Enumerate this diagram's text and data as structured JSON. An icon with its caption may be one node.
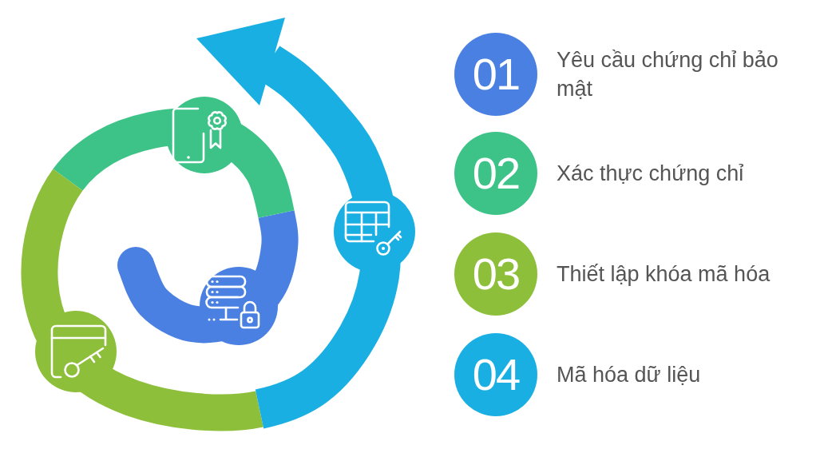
{
  "diagram": {
    "nodes": [
      {
        "text": [],
        "shape": "circle"
      },
      {
        "text": [],
        "shape": "circle"
      },
      {
        "text": [],
        "shape": "circle"
      },
      {
        "text": [],
        "shape": "circle"
      },
      {
        "text": [
          "01"
        ],
        "beside": [
          "Yêu cầu chứng chỉ bảo mật"
        ]
      },
      {
        "text": [
          "02"
        ],
        "beside": [
          "Xác thực chứng chỉ"
        ]
      },
      {
        "text": [
          "03"
        ],
        "beside": [
          "Thiết lập khóa mã hóa"
        ]
      },
      {
        "text": [
          "04"
        ],
        "beside": [
          "Mã hóa dữ liệu"
        ]
      }
    ]
  }
}
